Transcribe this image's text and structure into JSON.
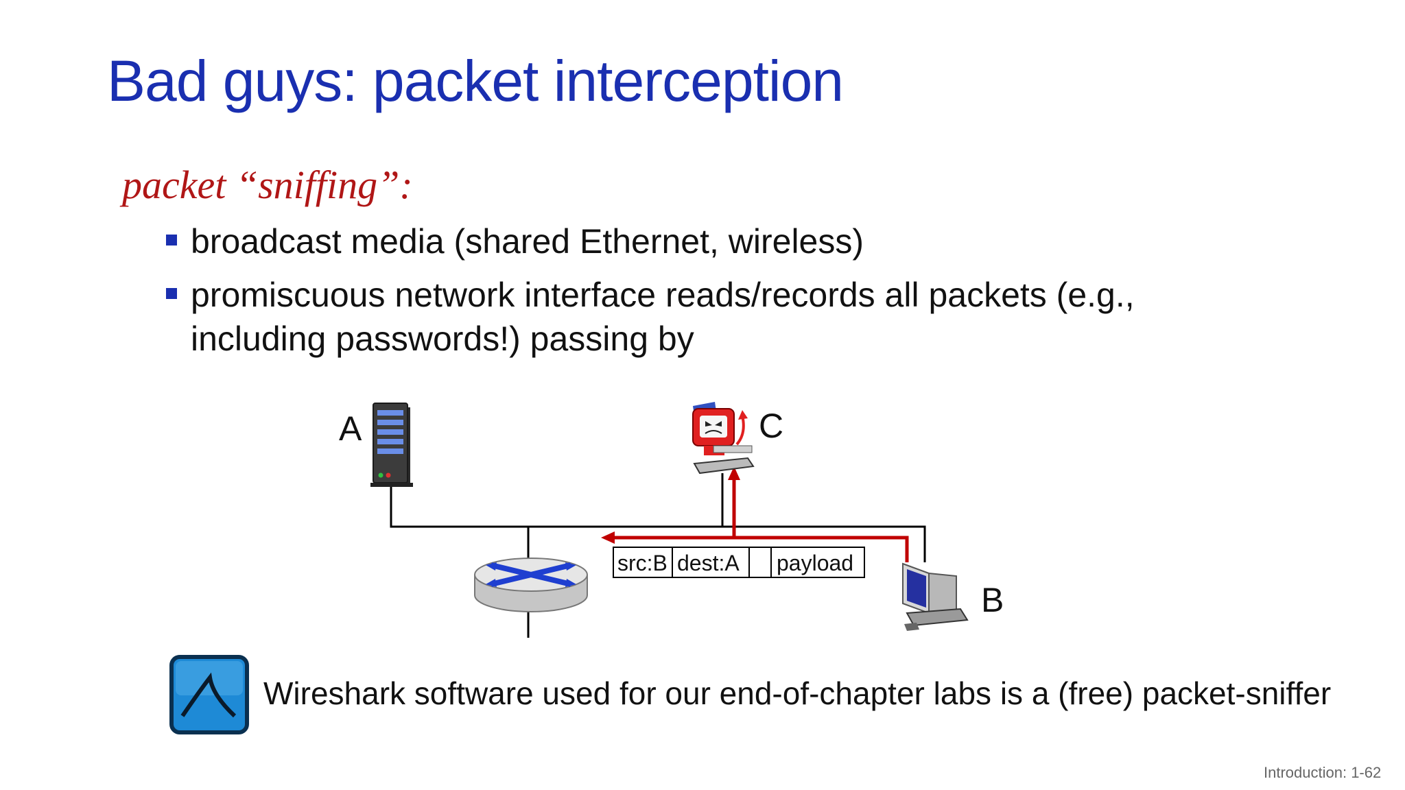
{
  "slide": {
    "title": "Bad guys: packet interception",
    "subheading": "packet “sniffing”:",
    "bullets": [
      "broadcast media (shared Ethernet, wireless)",
      "promiscuous network interface reads/records all packets (e.g., including passwords!) passing by"
    ],
    "footer": "Introduction: 1-62"
  },
  "diagram": {
    "host_labels": {
      "a": "A",
      "b": "B",
      "c": "C"
    },
    "packet_fields": [
      "src:B",
      "dest:A",
      "",
      "payload"
    ],
    "icons": [
      "server-icon",
      "attacker-computer-icon",
      "laptop-icon",
      "router-icon",
      "wireshark-icon"
    ],
    "colors": {
      "link": "#000000",
      "packet_path": "#c00000",
      "title": "#1a2fb0",
      "subheading": "#b01616",
      "attacker": "#e02020"
    }
  },
  "wireshark": {
    "text": "Wireshark software used for our end-of-chapter labs is a (free) packet-sniffer"
  }
}
